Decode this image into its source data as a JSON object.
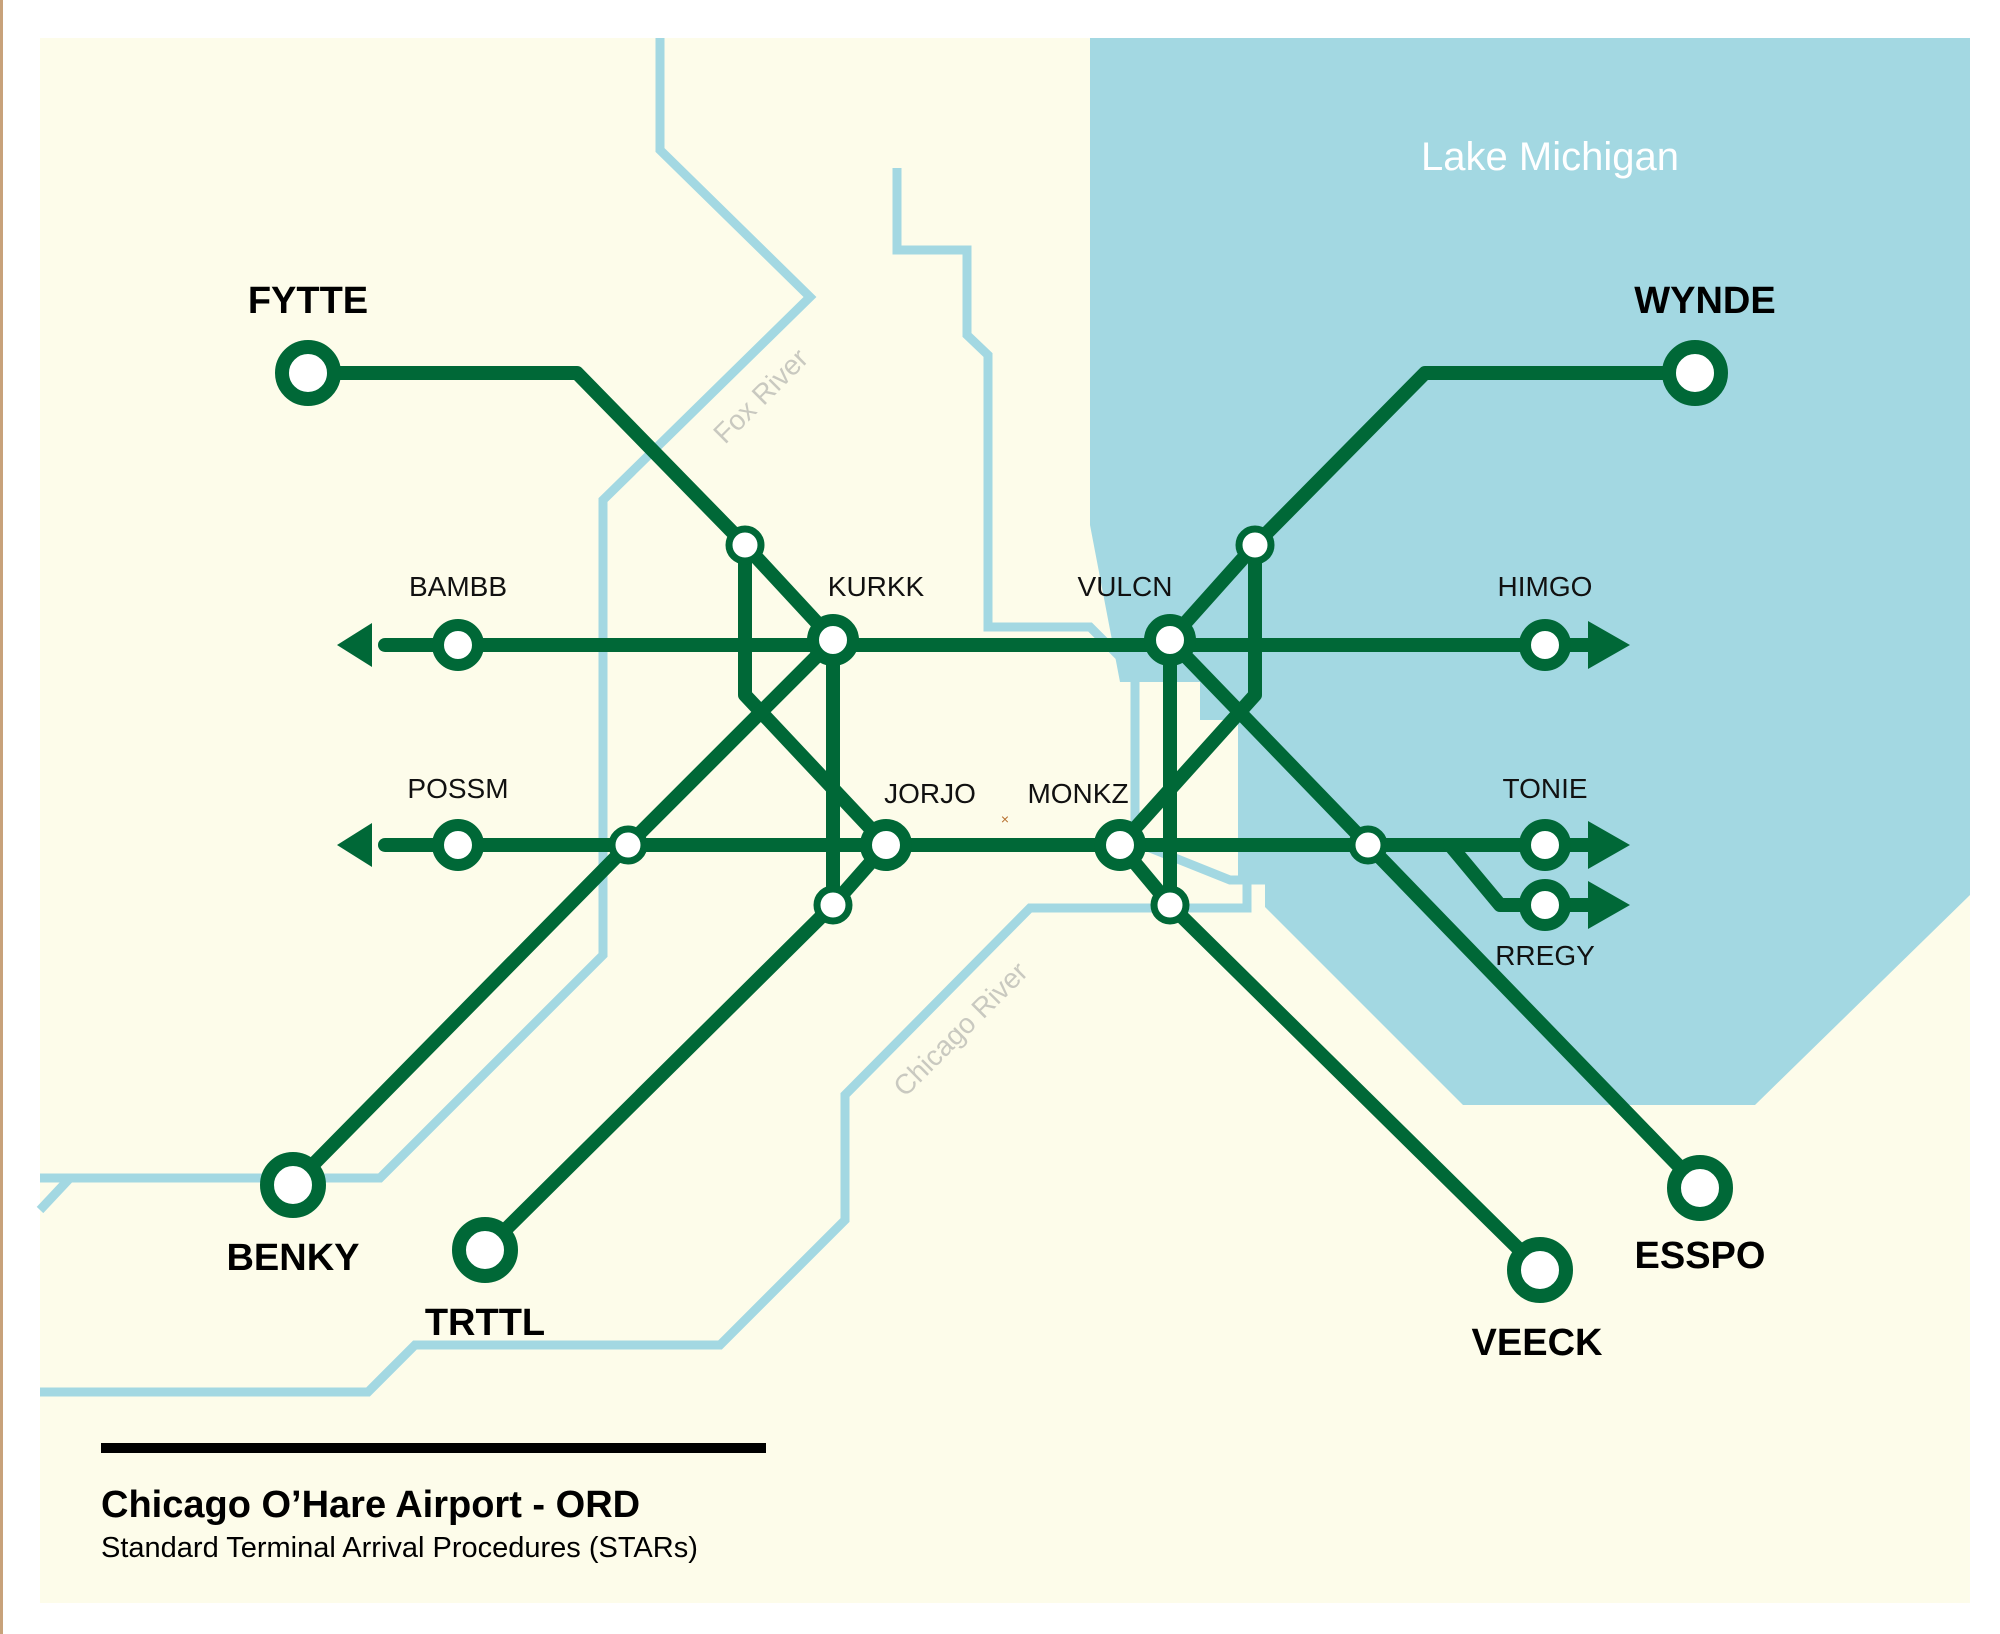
{
  "map": {
    "water_label": "Lake Michigan",
    "rivers": {
      "fox": "Fox River",
      "chicago": "Chicago River"
    },
    "colors": {
      "land": "#fdfcea",
      "water": "#a3d8e2",
      "route": "#006837",
      "node_fill": "#ffffff"
    }
  },
  "waypoints": {
    "fytte": "FYTTE",
    "wynde": "WYNDE",
    "bambb": "BAMBB",
    "kurkk": "KURKK",
    "vulcn": "VULCN",
    "himgo": "HIMGO",
    "possm": "POSSM",
    "jorjo": "JORJO",
    "monkz": "MONKZ",
    "tonie": "TONIE",
    "rregy": "RREGY",
    "benky": "BENKY",
    "trttl": "TRTTL",
    "veeck": "VEECK",
    "esspo": "ESSPO"
  },
  "legend": {
    "title": "Chicago O’Hare Airport - ORD",
    "subtitle": "Standard Terminal Arrival Procedures (STARs)"
  }
}
